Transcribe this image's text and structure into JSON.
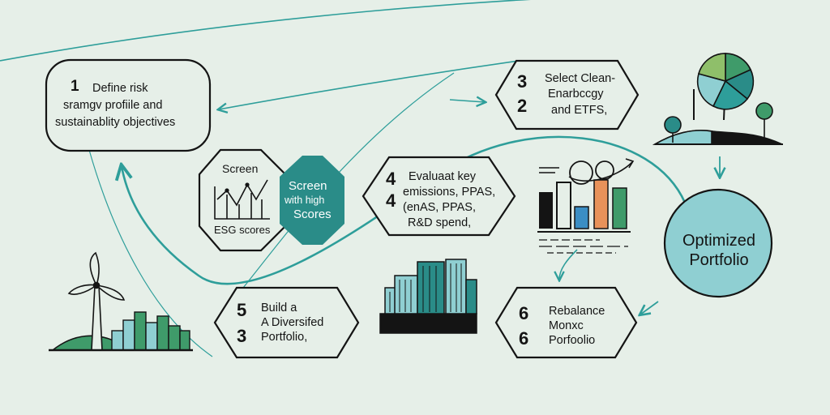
{
  "colors": {
    "background": "#e6efe8",
    "teal": "#2e9e9a",
    "teal_dark": "#2a8c88",
    "green": "#3f9b6a",
    "light_teal": "#8fcfd2",
    "orange": "#e8925a",
    "blue": "#3b8ec4",
    "ink": "#141414"
  },
  "steps": {
    "define": {
      "num": "1",
      "lines": [
        "Define risk",
        "sramgv profiile and",
        "sustainablity objectives"
      ]
    },
    "select": {
      "nums": [
        "3",
        "2"
      ],
      "lines": [
        "Select Clean-",
        "Enarbccgy",
        "and ETFS,"
      ]
    },
    "screen": {
      "title": "Screen",
      "caption": "ESG scores"
    },
    "screen_high": {
      "lines": [
        "Screen",
        "with high",
        "Scores"
      ]
    },
    "evaluate": {
      "nums": [
        "4",
        "4"
      ],
      "lines": [
        "Evaluaat key",
        "emissions, PPAS,",
        "(enAS, PPAS,",
        "R&D spend,"
      ]
    },
    "build": {
      "nums": [
        "5",
        "3"
      ],
      "lines": [
        "Build a",
        "A Diversifed",
        "Portfolio,"
      ]
    },
    "rebalance": {
      "nums": [
        "6",
        "6"
      ],
      "lines": [
        "Rebalance",
        "Monxc",
        "Porfoolio"
      ]
    },
    "optimized": {
      "lines": [
        "Optimized",
        "Portfolio"
      ]
    }
  },
  "icons": [
    "wind-turbine-icon",
    "pie-tree-icon",
    "tree-icon",
    "bar-chart-icon",
    "city-skyline-icon",
    "line-chart-icon",
    "bar-skyline-icon"
  ]
}
